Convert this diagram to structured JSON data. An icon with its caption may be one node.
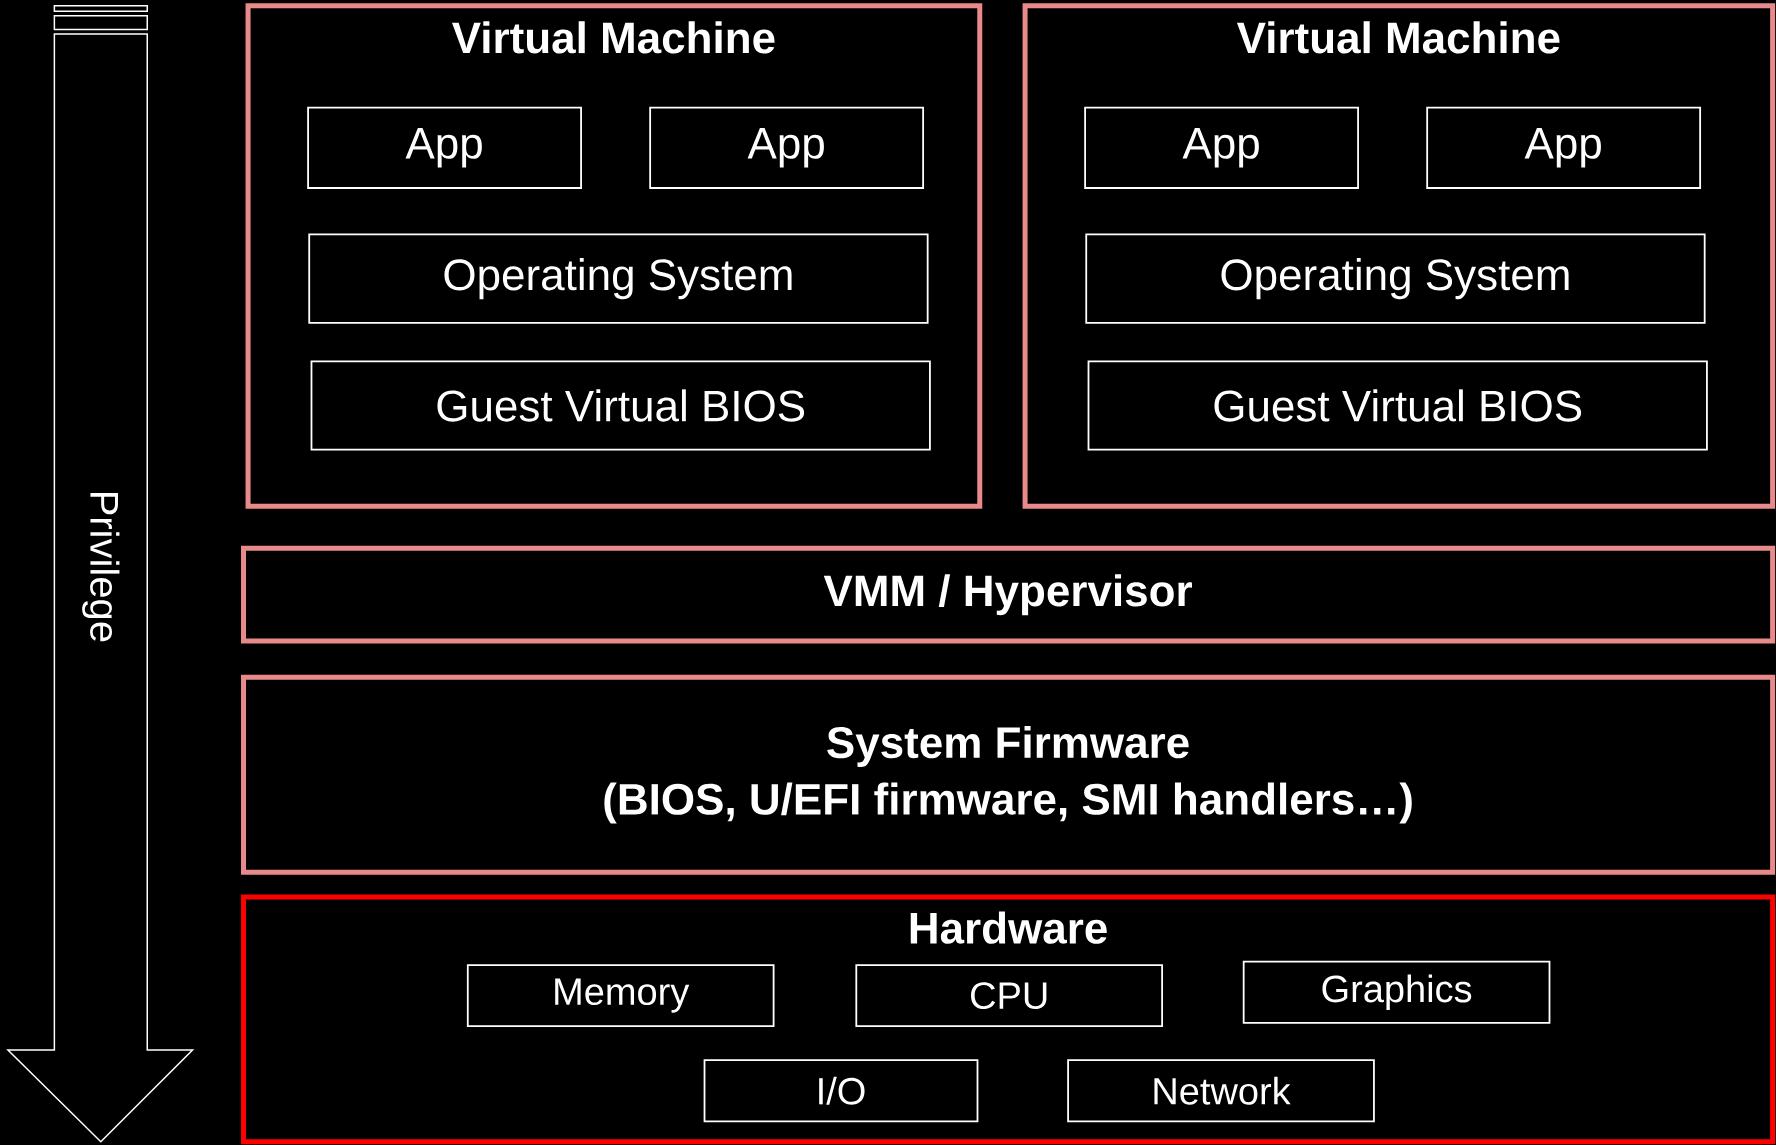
{
  "diagram": {
    "nodes": [
      {
        "text": [
          "Virtual Machine"
        ]
      },
      {
        "text": [
          "App"
        ],
        "in": 0
      },
      {
        "text": [
          "App"
        ],
        "in": 0
      },
      {
        "text": [
          "Operating System"
        ],
        "in": 0
      },
      {
        "text": [
          "Guest Virtual BIOS"
        ],
        "in": 0
      },
      {
        "text": [
          "Virtual Machine"
        ]
      },
      {
        "text": [
          "App"
        ],
        "in": 5
      },
      {
        "text": [
          "App"
        ],
        "in": 5
      },
      {
        "text": [
          "Operating System"
        ],
        "in": 5
      },
      {
        "text": [
          "Guest Virtual BIOS"
        ],
        "in": 5
      },
      {
        "text": [
          "VMM / Hypervisor"
        ]
      },
      {
        "text": [
          "System Firmware",
          "(BIOS, U/EFI firmware, SMI handlers…)"
        ]
      },
      {
        "text": [
          "Hardware"
        ]
      },
      {
        "text": [
          "Memory"
        ],
        "in": 12
      },
      {
        "text": [
          "CPU"
        ],
        "in": 12
      },
      {
        "text": [
          "Graphics"
        ],
        "in": 12
      },
      {
        "text": [
          "I/O"
        ],
        "in": 12
      },
      {
        "text": [
          "Network"
        ],
        "in": 12
      }
    ],
    "edges": [],
    "labels": [
      "Privilege"
    ]
  }
}
